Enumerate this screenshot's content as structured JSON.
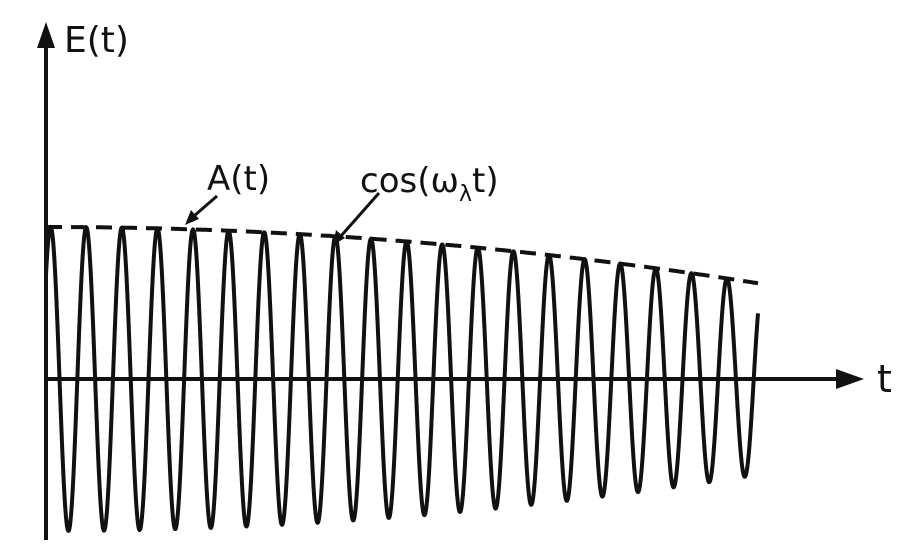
{
  "labels": {
    "y_axis": "E(t)",
    "x_axis": "t",
    "envelope": "A(t)",
    "carrier": {
      "base": "cos(ω",
      "subscript": "λ",
      "tail": "t)"
    }
  },
  "curves": {
    "carrier_cycles": 20,
    "start_amplitude": 1.0,
    "end_amplitude": 0.63,
    "envelope_style": "dashed"
  },
  "colors": {
    "ink": "#111111",
    "background": "#ffffff"
  }
}
